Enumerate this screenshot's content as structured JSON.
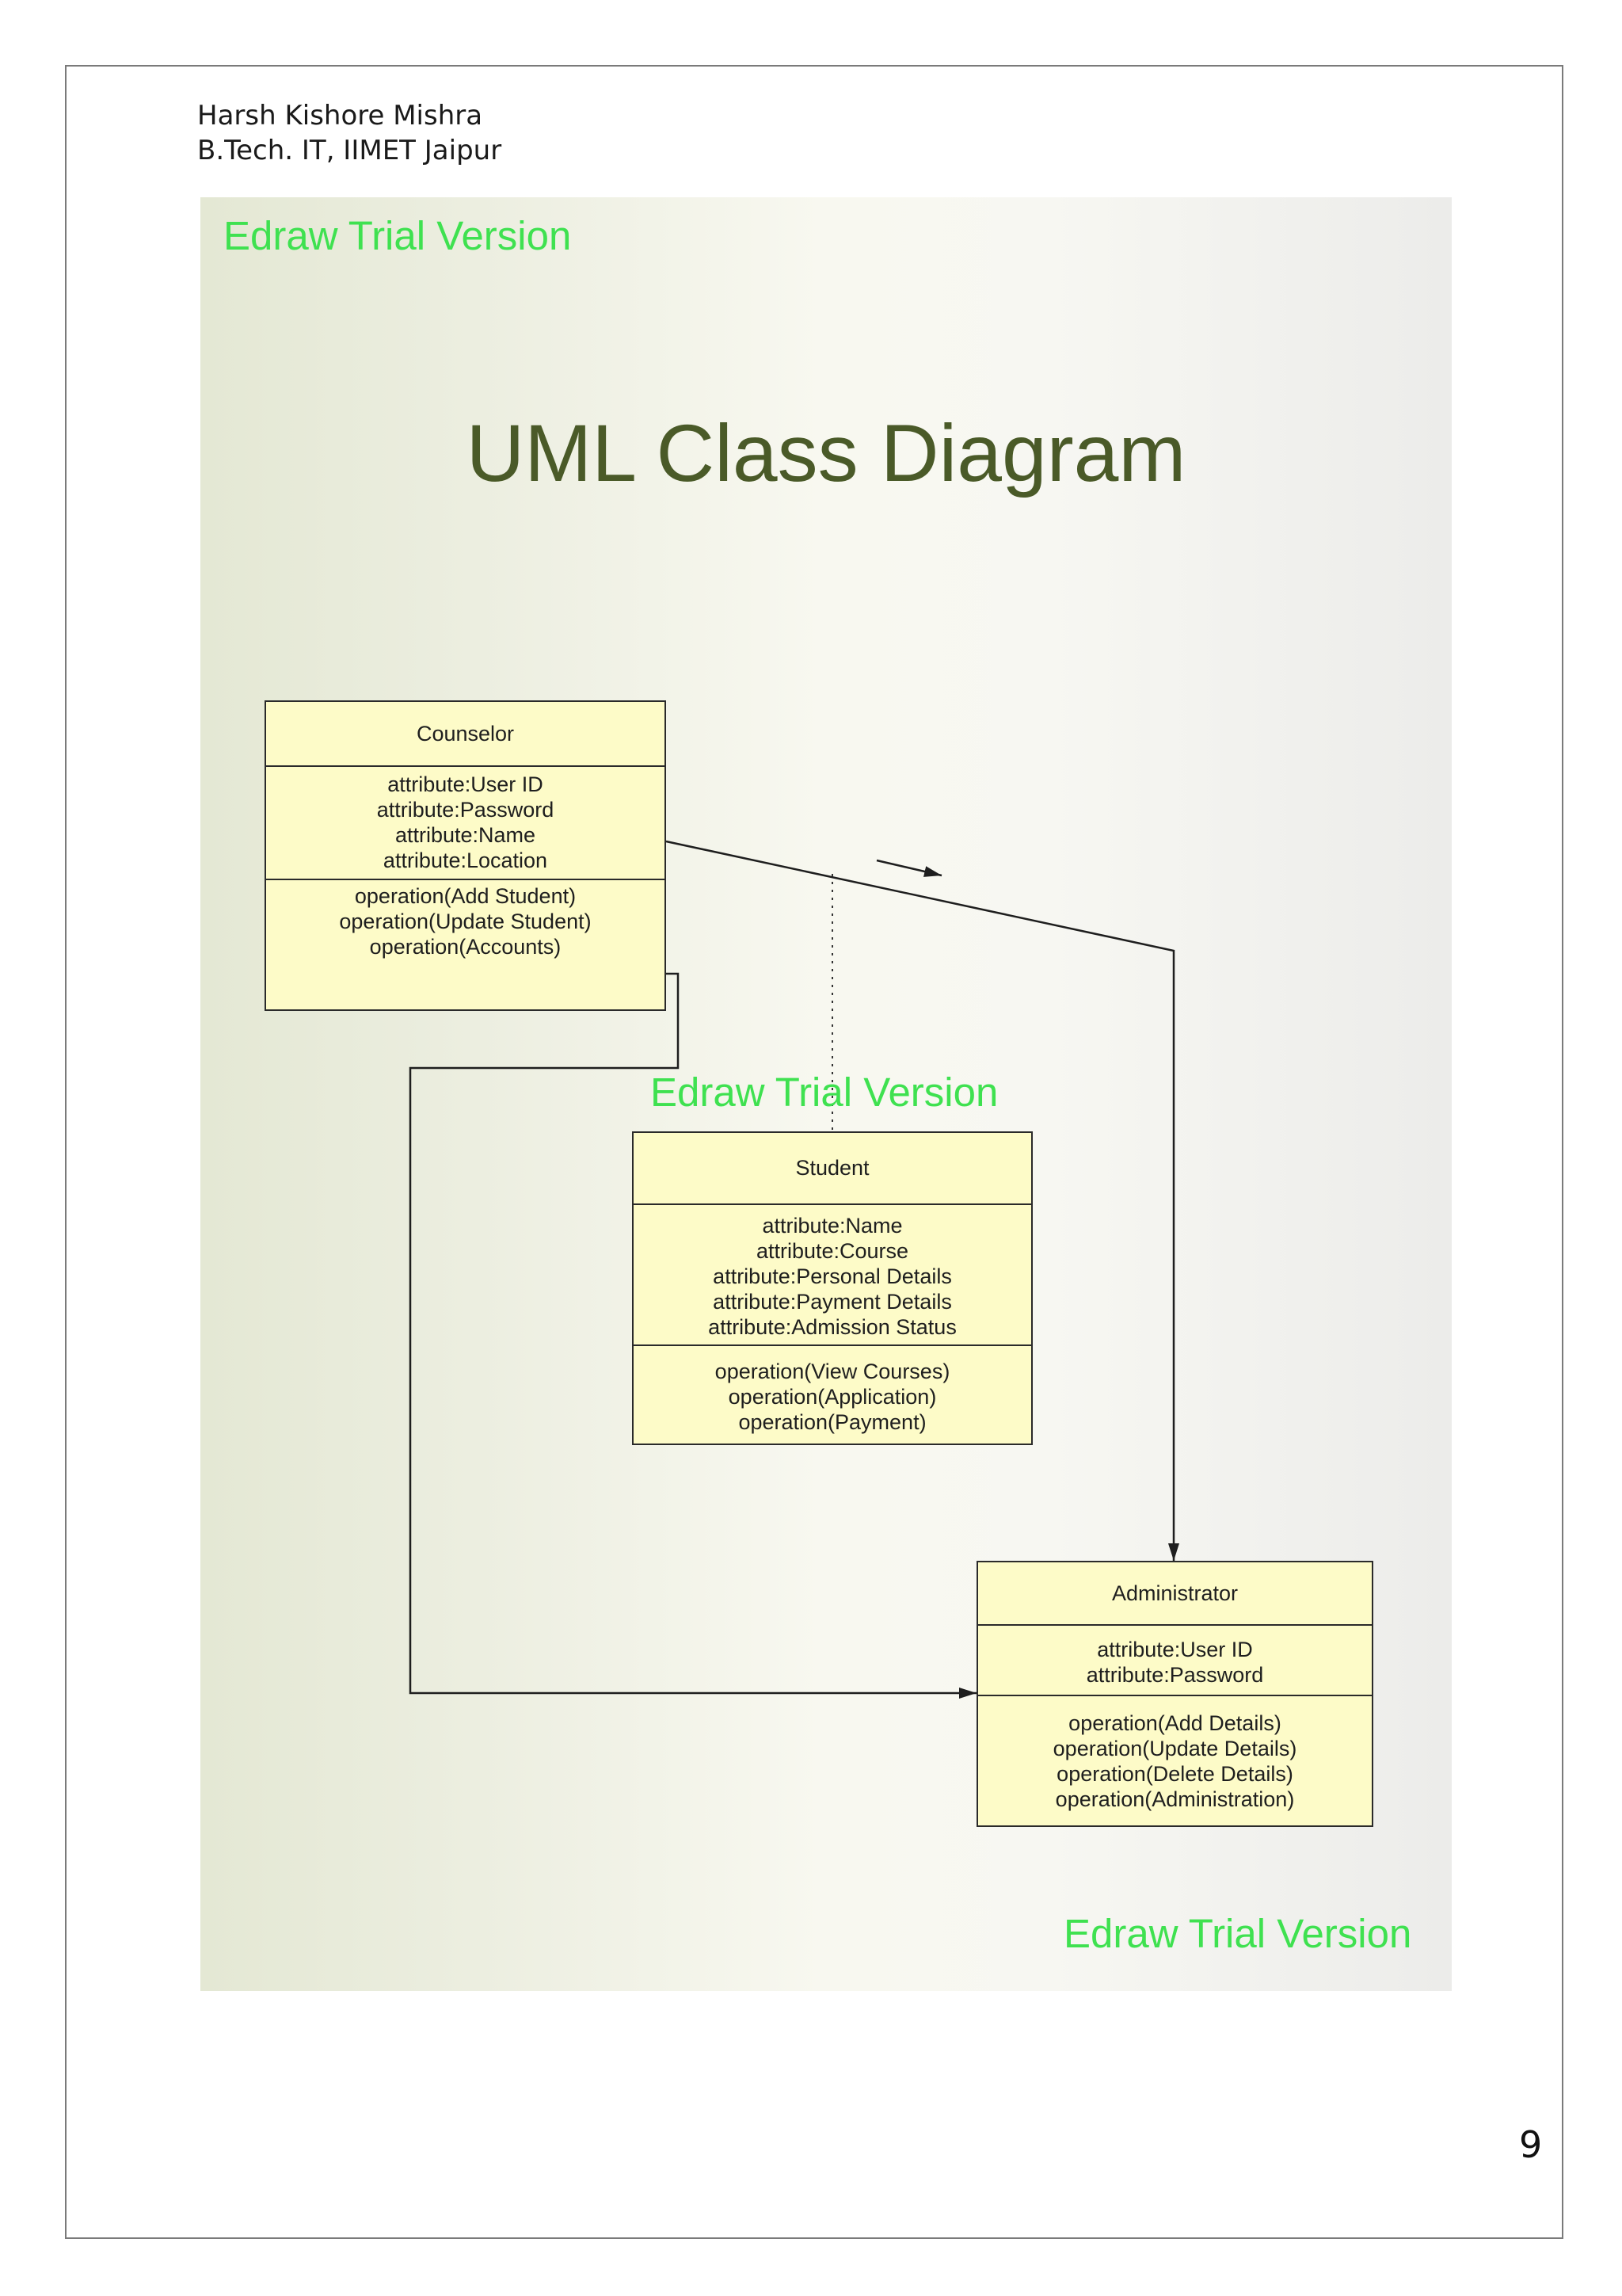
{
  "header": {
    "author": "Harsh Kishore Mishra",
    "affiliation": "B.Tech. IT, IIMET Jaipur"
  },
  "diagram": {
    "title": "UML Class Diagram",
    "watermarks": [
      "Edraw Trial Version",
      "Edraw Trial Version",
      "Edraw Trial Version"
    ],
    "classes": [
      {
        "name": "Counselor",
        "attributes": [
          "attribute:User ID",
          "attribute:Password",
          "attribute:Name",
          "attribute:Location"
        ],
        "operations": [
          "operation(Add Student)",
          "operation(Update Student)",
          "operation(Accounts)"
        ]
      },
      {
        "name": "Student",
        "attributes": [
          "attribute:Name",
          "attribute:Course",
          "attribute:Personal Details",
          "attribute:Payment Details",
          "attribute:Admission Status"
        ],
        "operations": [
          "operation(View Courses)",
          "operation(Application)",
          "operation(Payment)"
        ]
      },
      {
        "name": "Administrator",
        "attributes": [
          "attribute:User ID",
          "attribute:Password"
        ],
        "operations": [
          "operation(Add Details)",
          "operation(Update Details)",
          "operation(Delete Details)",
          "operation(Administration)"
        ]
      }
    ],
    "relationships": [
      {
        "from": "Counselor",
        "to": "Administrator",
        "kind": "directed-association"
      },
      {
        "from": "Counselor",
        "to": "Administrator",
        "kind": "directed-association"
      },
      {
        "from": "Student",
        "to": "association",
        "kind": "association-class-link"
      }
    ]
  },
  "page_number": "9",
  "colors": {
    "class_fill": "#fdfbc8",
    "watermark": "#3fe150",
    "title": "#4a5a28"
  }
}
